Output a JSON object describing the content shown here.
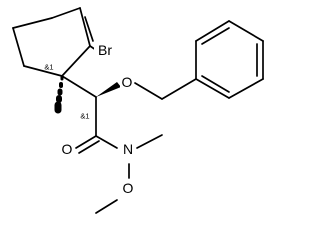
{
  "molecule": {
    "atoms": {
      "br": "Br",
      "o_ether": "O",
      "o_carbonyl": "O",
      "n_amide": "N",
      "o_methoxy": "O"
    },
    "stereo_labels": {
      "ring_quaternary": "&1",
      "alpha_carbon": "&1"
    }
  }
}
